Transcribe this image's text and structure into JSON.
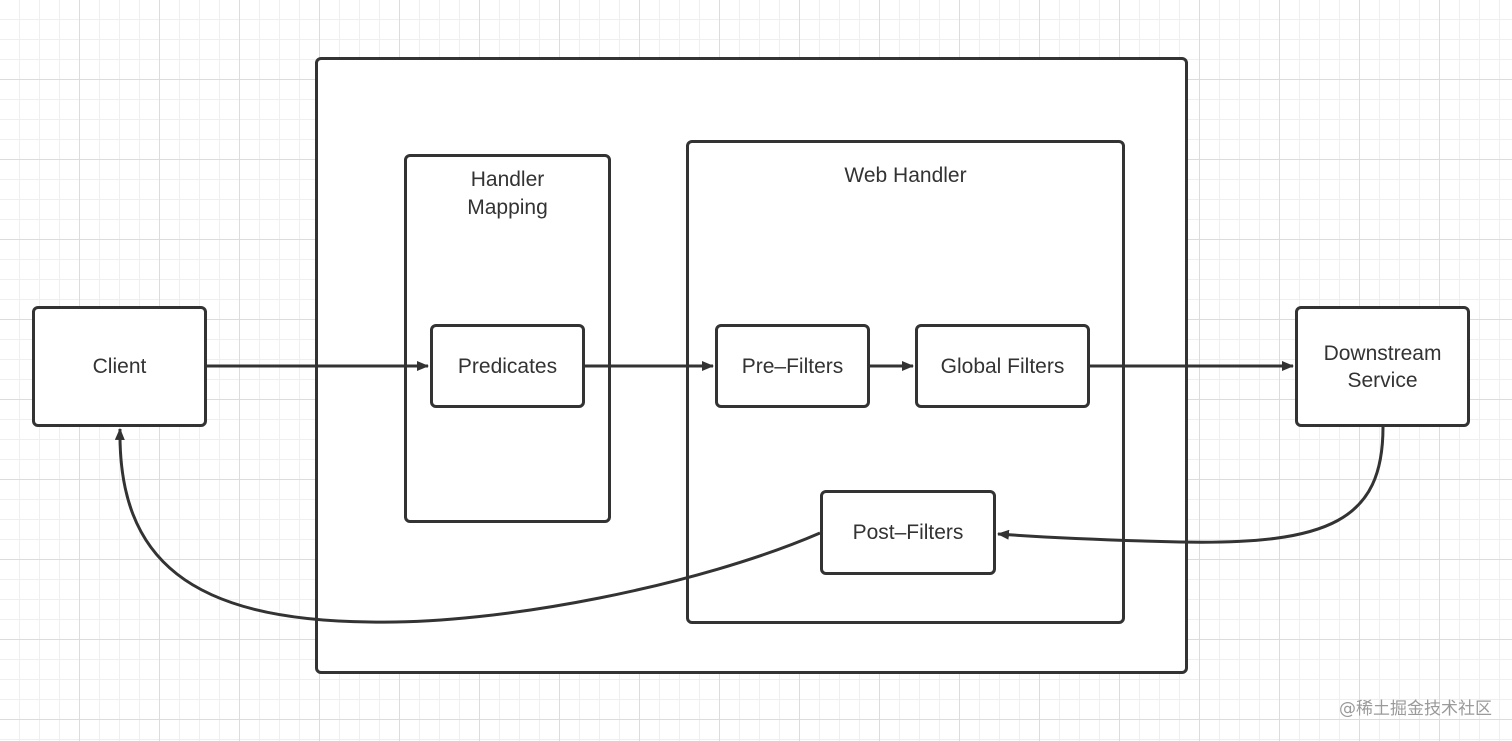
{
  "diagram": {
    "groups": {
      "gateway": "",
      "handler_mapping": "Handler\nMapping",
      "web_handler": "Web Handler"
    },
    "nodes": {
      "client": "Client",
      "predicates": "Predicates",
      "pre_filters": "Pre–Filters",
      "global_filters": "Global Filters",
      "downstream_service": "Downstream\nService",
      "post_filters": "Post–Filters"
    },
    "edges": [
      {
        "from": "client",
        "to": "predicates"
      },
      {
        "from": "predicates",
        "to": "pre_filters"
      },
      {
        "from": "pre_filters",
        "to": "global_filters"
      },
      {
        "from": "global_filters",
        "to": "downstream_service"
      },
      {
        "from": "downstream_service",
        "to": "post_filters"
      },
      {
        "from": "post_filters",
        "to": "client"
      }
    ],
    "colors": {
      "stroke": "#333333",
      "grid": "#dcdcdc",
      "background": "#ffffff"
    }
  },
  "watermark": "@稀土掘金技术社区"
}
